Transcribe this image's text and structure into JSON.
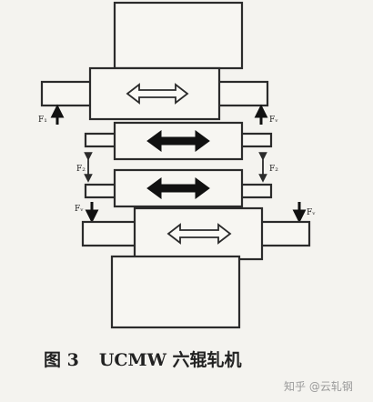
{
  "figure": {
    "caption_number": "图 3",
    "caption_title": "UCMW 六辊轧机"
  },
  "forces": {
    "upper_left": "F₁",
    "upper_right": "Fᵥ",
    "mid_left": "F₂",
    "mid_right": "F₂",
    "lower_left": "Fᵥ",
    "lower_right": "Fᵥ"
  },
  "watermark": "知乎 @云轧钢",
  "colors": {
    "line": "#2b2b2b",
    "background": "#f4f3ef"
  }
}
